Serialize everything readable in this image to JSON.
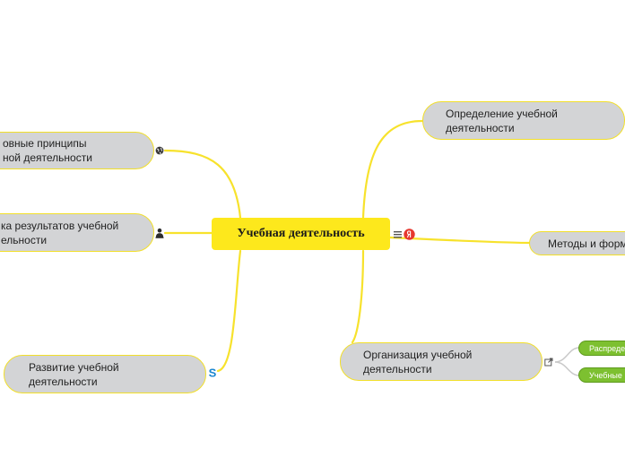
{
  "map": {
    "central": {
      "label": "Учебная деятельность"
    },
    "topics": {
      "principles": {
        "line1": "овные принципы",
        "line2": "ной деятельности"
      },
      "evaluation": {
        "line1": "ка результатов учебной",
        "line2": "ельности"
      },
      "development": {
        "line1": "Развитие учебной",
        "line2": "деятельности"
      },
      "definition": {
        "line1": "Определение учебной",
        "line2": "деятельности"
      },
      "methods": {
        "line1": "Методы и форм"
      },
      "organization": {
        "line1": "Организация учебной",
        "line2": "деятельности"
      }
    },
    "subtopics": {
      "distribution": {
        "label": "Распреде"
      },
      "educational": {
        "label": "Учебные"
      }
    },
    "icons": {
      "principles": "globe-icon",
      "evaluation": "person-icon",
      "development": "skype-icon",
      "central_notes": "notes-icon",
      "central_yandex": "yandex-icon",
      "organization_link": "external-link-icon"
    }
  },
  "colors": {
    "connector": "#f7e22c",
    "topic_fill": "#d3d4d6",
    "central_fill": "#fde81c",
    "subtopic_fill": "#7dc030"
  }
}
